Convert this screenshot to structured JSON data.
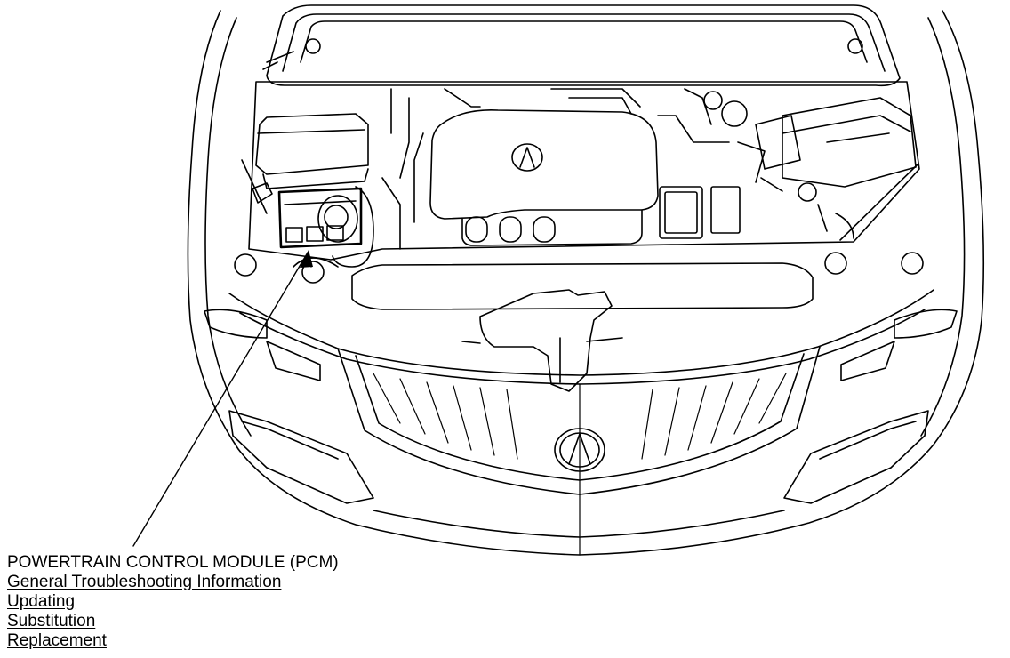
{
  "diagram": {
    "component_title": "POWERTRAIN CONTROL MODULE (PCM)",
    "links": [
      "General Troubleshooting Information",
      "Updating",
      "Substitution",
      "Replacement"
    ],
    "badge_letter": "A",
    "colors": {
      "line": "#000000",
      "background": "#ffffff"
    },
    "icons": [
      "acura-logo-icon"
    ]
  }
}
